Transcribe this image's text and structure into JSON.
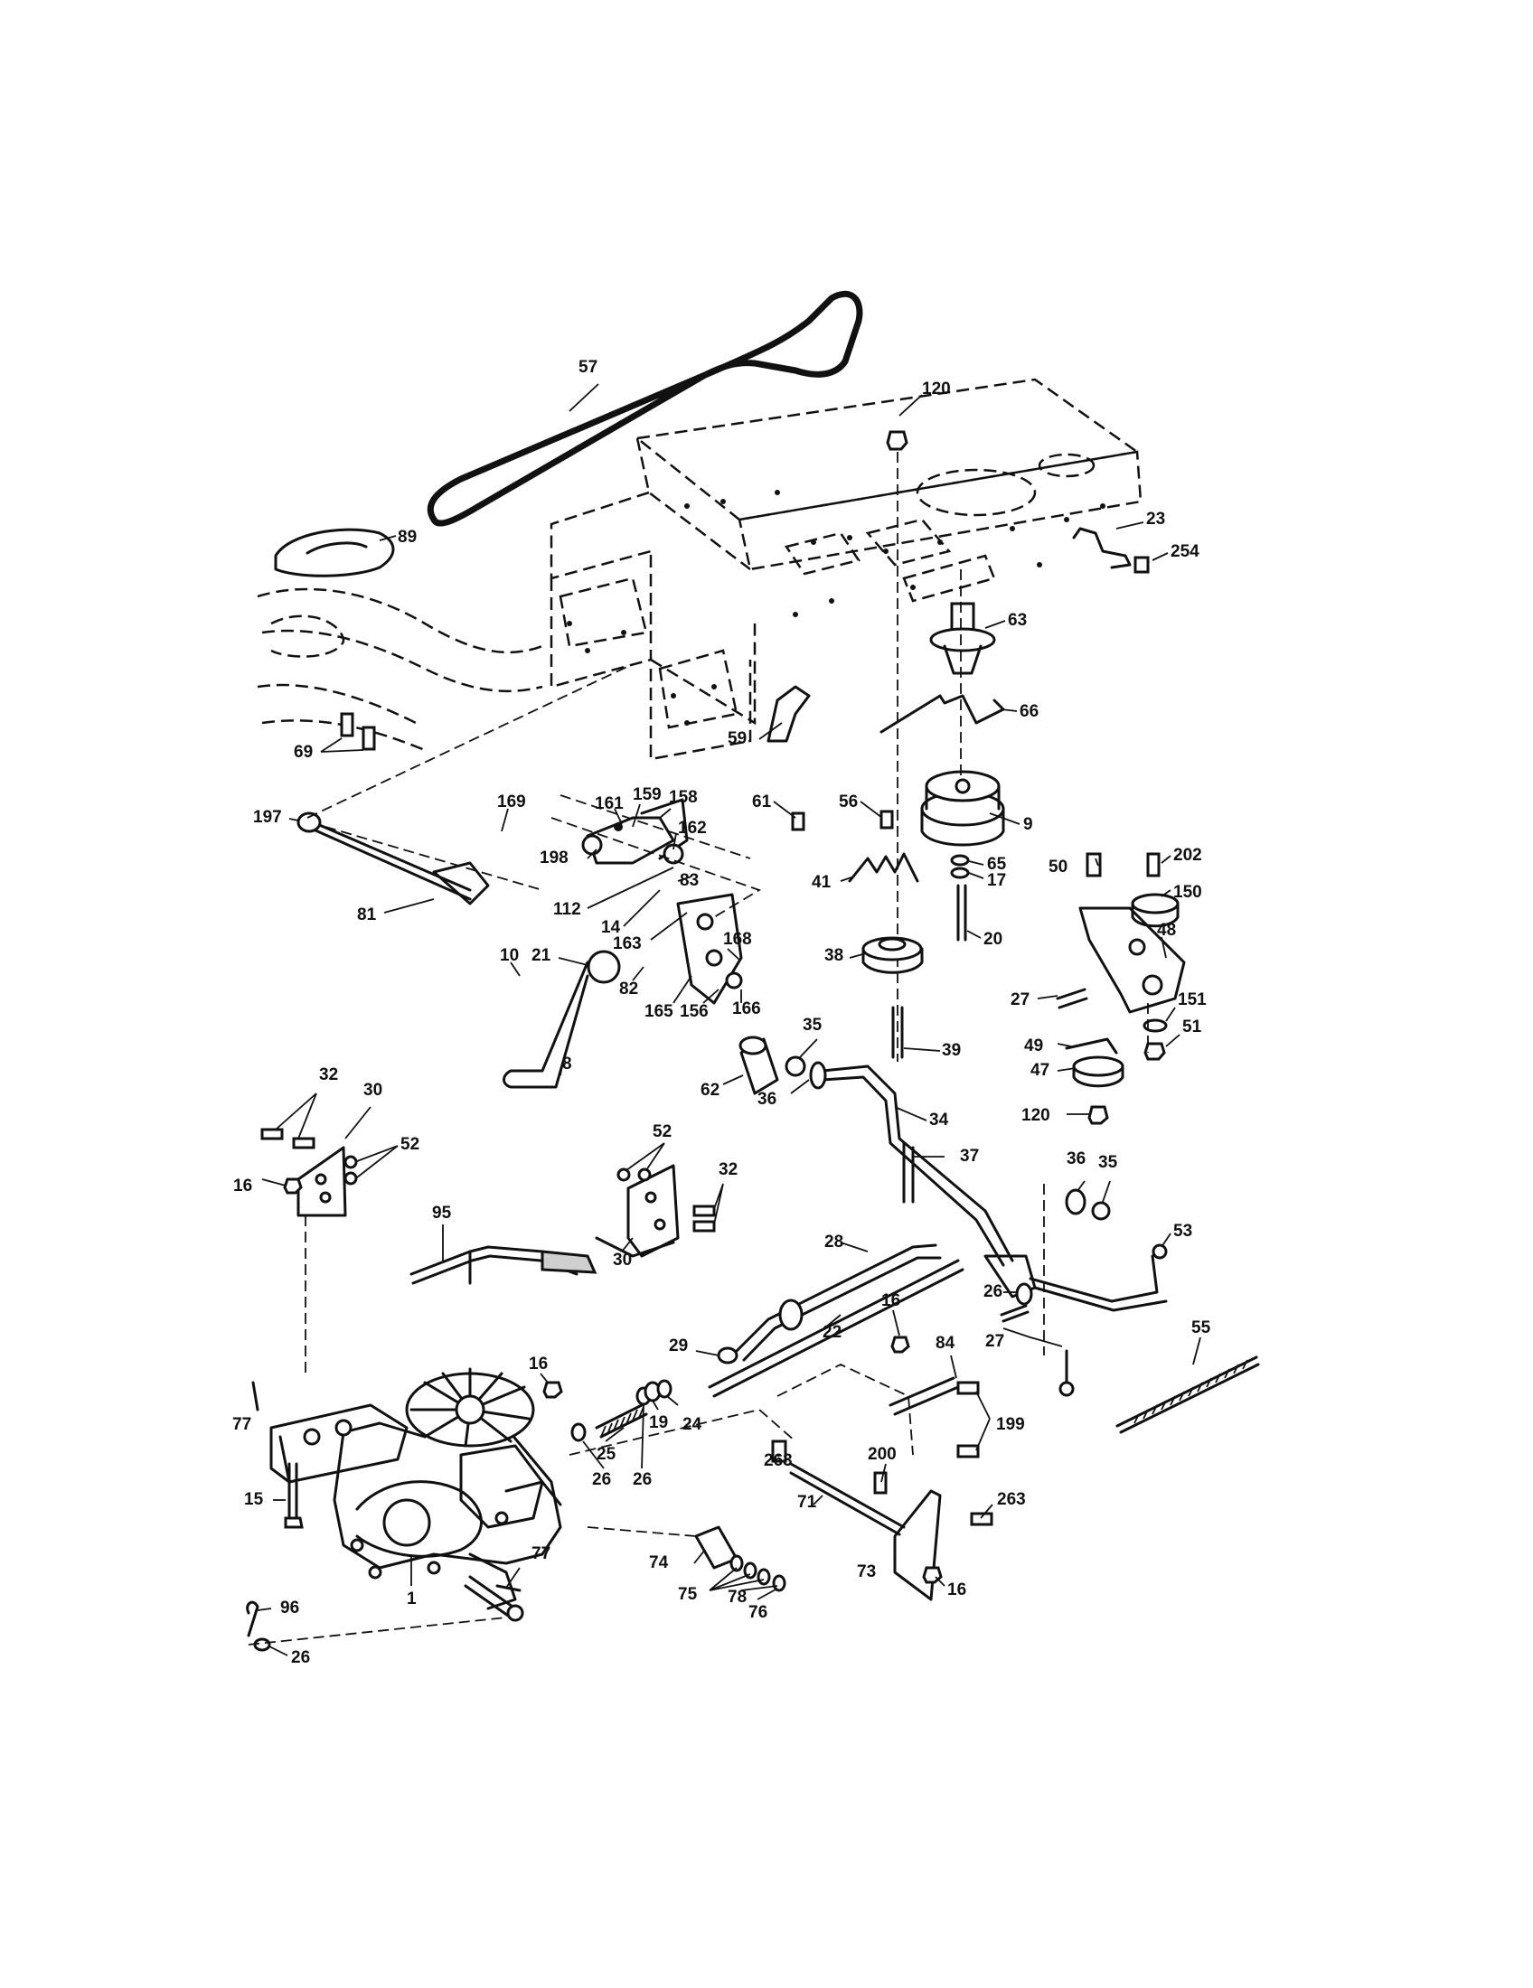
{
  "diagram": {
    "callouts": [
      {
        "id": "57",
        "text": "57"
      },
      {
        "id": "120a",
        "text": "120"
      },
      {
        "id": "89",
        "text": "89"
      },
      {
        "id": "23",
        "text": "23"
      },
      {
        "id": "254",
        "text": "254"
      },
      {
        "id": "63",
        "text": "63"
      },
      {
        "id": "66",
        "text": "66"
      },
      {
        "id": "59",
        "text": "59"
      },
      {
        "id": "69",
        "text": "69"
      },
      {
        "id": "61",
        "text": "61"
      },
      {
        "id": "56",
        "text": "56"
      },
      {
        "id": "9",
        "text": "9"
      },
      {
        "id": "197",
        "text": "197"
      },
      {
        "id": "161",
        "text": "161"
      },
      {
        "id": "159",
        "text": "159"
      },
      {
        "id": "158",
        "text": "158"
      },
      {
        "id": "169",
        "text": "169"
      },
      {
        "id": "162",
        "text": "162"
      },
      {
        "id": "198",
        "text": "198"
      },
      {
        "id": "65",
        "text": "65"
      },
      {
        "id": "17",
        "text": "17"
      },
      {
        "id": "50",
        "text": "50"
      },
      {
        "id": "202",
        "text": "202"
      },
      {
        "id": "150",
        "text": "150"
      },
      {
        "id": "41",
        "text": "41"
      },
      {
        "id": "83",
        "text": "83"
      },
      {
        "id": "81",
        "text": "81"
      },
      {
        "id": "112",
        "text": "112"
      },
      {
        "id": "14",
        "text": "14"
      },
      {
        "id": "20",
        "text": "20"
      },
      {
        "id": "48",
        "text": "48"
      },
      {
        "id": "163",
        "text": "163"
      },
      {
        "id": "168",
        "text": "168"
      },
      {
        "id": "21",
        "text": "21"
      },
      {
        "id": "38",
        "text": "38"
      },
      {
        "id": "10",
        "text": "10"
      },
      {
        "id": "82",
        "text": "82"
      },
      {
        "id": "165",
        "text": "165"
      },
      {
        "id": "156",
        "text": "156"
      },
      {
        "id": "166",
        "text": "166"
      },
      {
        "id": "27a",
        "text": "27"
      },
      {
        "id": "151",
        "text": "151"
      },
      {
        "id": "35a",
        "text": "35"
      },
      {
        "id": "51",
        "text": "51"
      },
      {
        "id": "49",
        "text": "49"
      },
      {
        "id": "39",
        "text": "39"
      },
      {
        "id": "8",
        "text": "8"
      },
      {
        "id": "47",
        "text": "47"
      },
      {
        "id": "62",
        "text": "62"
      },
      {
        "id": "36a",
        "text": "36"
      },
      {
        "id": "34",
        "text": "34"
      },
      {
        "id": "120b",
        "text": "120"
      },
      {
        "id": "32a",
        "text": "32"
      },
      {
        "id": "30a",
        "text": "30"
      },
      {
        "id": "52a",
        "text": "52"
      },
      {
        "id": "37",
        "text": "37"
      },
      {
        "id": "16a",
        "text": "16"
      },
      {
        "id": "52b",
        "text": "52"
      },
      {
        "id": "36b",
        "text": "36"
      },
      {
        "id": "35b",
        "text": "35"
      },
      {
        "id": "32b",
        "text": "32"
      },
      {
        "id": "95",
        "text": "95"
      },
      {
        "id": "53",
        "text": "53"
      },
      {
        "id": "28",
        "text": "28"
      },
      {
        "id": "30b",
        "text": "30"
      },
      {
        "id": "26a",
        "text": "26"
      },
      {
        "id": "55",
        "text": "55"
      },
      {
        "id": "16b",
        "text": "16"
      },
      {
        "id": "22",
        "text": "22"
      },
      {
        "id": "84",
        "text": "84"
      },
      {
        "id": "29",
        "text": "29"
      },
      {
        "id": "27b",
        "text": "27"
      },
      {
        "id": "16c",
        "text": "16"
      },
      {
        "id": "77a",
        "text": "77"
      },
      {
        "id": "19",
        "text": "19"
      },
      {
        "id": "24",
        "text": "24"
      },
      {
        "id": "199",
        "text": "199"
      },
      {
        "id": "25",
        "text": "25"
      },
      {
        "id": "200",
        "text": "200"
      },
      {
        "id": "263a",
        "text": "263"
      },
      {
        "id": "26b",
        "text": "26"
      },
      {
        "id": "26c",
        "text": "26"
      },
      {
        "id": "15",
        "text": "15"
      },
      {
        "id": "263b",
        "text": "263"
      },
      {
        "id": "71",
        "text": "71"
      },
      {
        "id": "77b",
        "text": "77"
      },
      {
        "id": "74",
        "text": "74"
      },
      {
        "id": "1",
        "text": "1"
      },
      {
        "id": "73",
        "text": "73"
      },
      {
        "id": "96",
        "text": "96"
      },
      {
        "id": "75",
        "text": "75"
      },
      {
        "id": "78",
        "text": "78"
      },
      {
        "id": "16d",
        "text": "16"
      },
      {
        "id": "76",
        "text": "76"
      },
      {
        "id": "26d",
        "text": "26"
      }
    ]
  }
}
